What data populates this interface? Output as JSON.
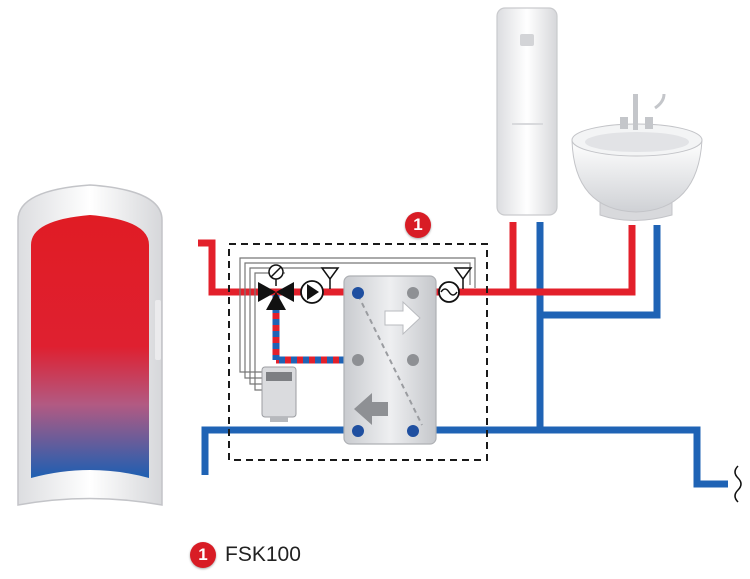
{
  "callout": {
    "number": "1"
  },
  "legend": {
    "number": "1",
    "label": "FSK100"
  },
  "colors": {
    "hot_pipe": "#e3202b",
    "cold_pipe": "#1f63b5",
    "badge": "#d81c25",
    "tank_hot": "#e01c24",
    "tank_cold": "#1d5fb2"
  }
}
